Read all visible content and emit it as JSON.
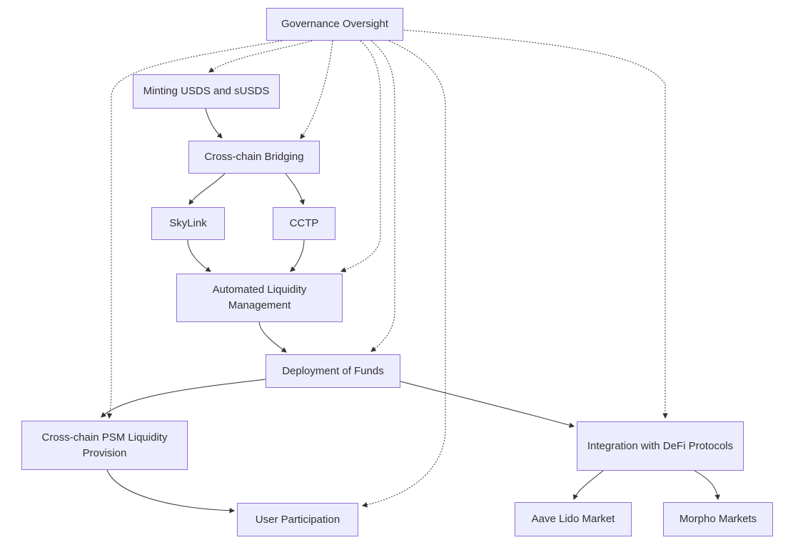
{
  "diagram": {
    "type": "flowchart",
    "direction": "top-down",
    "colors": {
      "background": "#FFFFFF",
      "node_fill": "#ECECFF",
      "node_border": "#9370DB",
      "text": "#333333",
      "edge": "#333333"
    },
    "nodes": {
      "governance": {
        "label": "Governance Oversight"
      },
      "minting": {
        "label": "Minting USDS and sUSDS"
      },
      "bridging": {
        "label": "Cross-chain Bridging"
      },
      "skylink": {
        "label": "SkyLink"
      },
      "cctp": {
        "label": "CCTP"
      },
      "alm": {
        "label": "Automated Liquidity Management"
      },
      "deployment": {
        "label": "Deployment of Funds"
      },
      "psm": {
        "label": "Cross-chain PSM Liquidity Provision"
      },
      "integration": {
        "label": "Integration with DeFi Protocols"
      },
      "user": {
        "label": "User Participation"
      },
      "aave": {
        "label": "Aave Lido Market"
      },
      "morpho": {
        "label": "Morpho Markets"
      }
    },
    "edges": [
      {
        "from": "Minting USDS and sUSDS",
        "to": "Cross-chain Bridging",
        "style": "solid"
      },
      {
        "from": "Cross-chain Bridging",
        "to": "SkyLink",
        "style": "solid"
      },
      {
        "from": "Cross-chain Bridging",
        "to": "CCTP",
        "style": "solid"
      },
      {
        "from": "SkyLink",
        "to": "Automated Liquidity Management",
        "style": "solid"
      },
      {
        "from": "CCTP",
        "to": "Automated Liquidity Management",
        "style": "solid"
      },
      {
        "from": "Automated Liquidity Management",
        "to": "Deployment of Funds",
        "style": "solid"
      },
      {
        "from": "Deployment of Funds",
        "to": "Cross-chain PSM Liquidity Provision",
        "style": "solid"
      },
      {
        "from": "Deployment of Funds",
        "to": "Integration with DeFi Protocols",
        "style": "solid"
      },
      {
        "from": "Cross-chain PSM Liquidity Provision",
        "to": "User Participation",
        "style": "solid"
      },
      {
        "from": "Integration with DeFi Protocols",
        "to": "Aave Lido Market",
        "style": "solid"
      },
      {
        "from": "Integration with DeFi Protocols",
        "to": "Morpho Markets",
        "style": "solid"
      },
      {
        "from": "Governance Oversight",
        "to": "Minting USDS and sUSDS",
        "style": "dotted"
      },
      {
        "from": "Governance Oversight",
        "to": "Cross-chain Bridging",
        "style": "dotted"
      },
      {
        "from": "Governance Oversight",
        "to": "Automated Liquidity Management",
        "style": "dotted"
      },
      {
        "from": "Governance Oversight",
        "to": "Deployment of Funds",
        "style": "dotted"
      },
      {
        "from": "Governance Oversight",
        "to": "Cross-chain PSM Liquidity Provision",
        "style": "dotted"
      },
      {
        "from": "Governance Oversight",
        "to": "Integration with DeFi Protocols",
        "style": "dotted"
      },
      {
        "from": "Governance Oversight",
        "to": "User Participation",
        "style": "dotted"
      }
    ]
  }
}
